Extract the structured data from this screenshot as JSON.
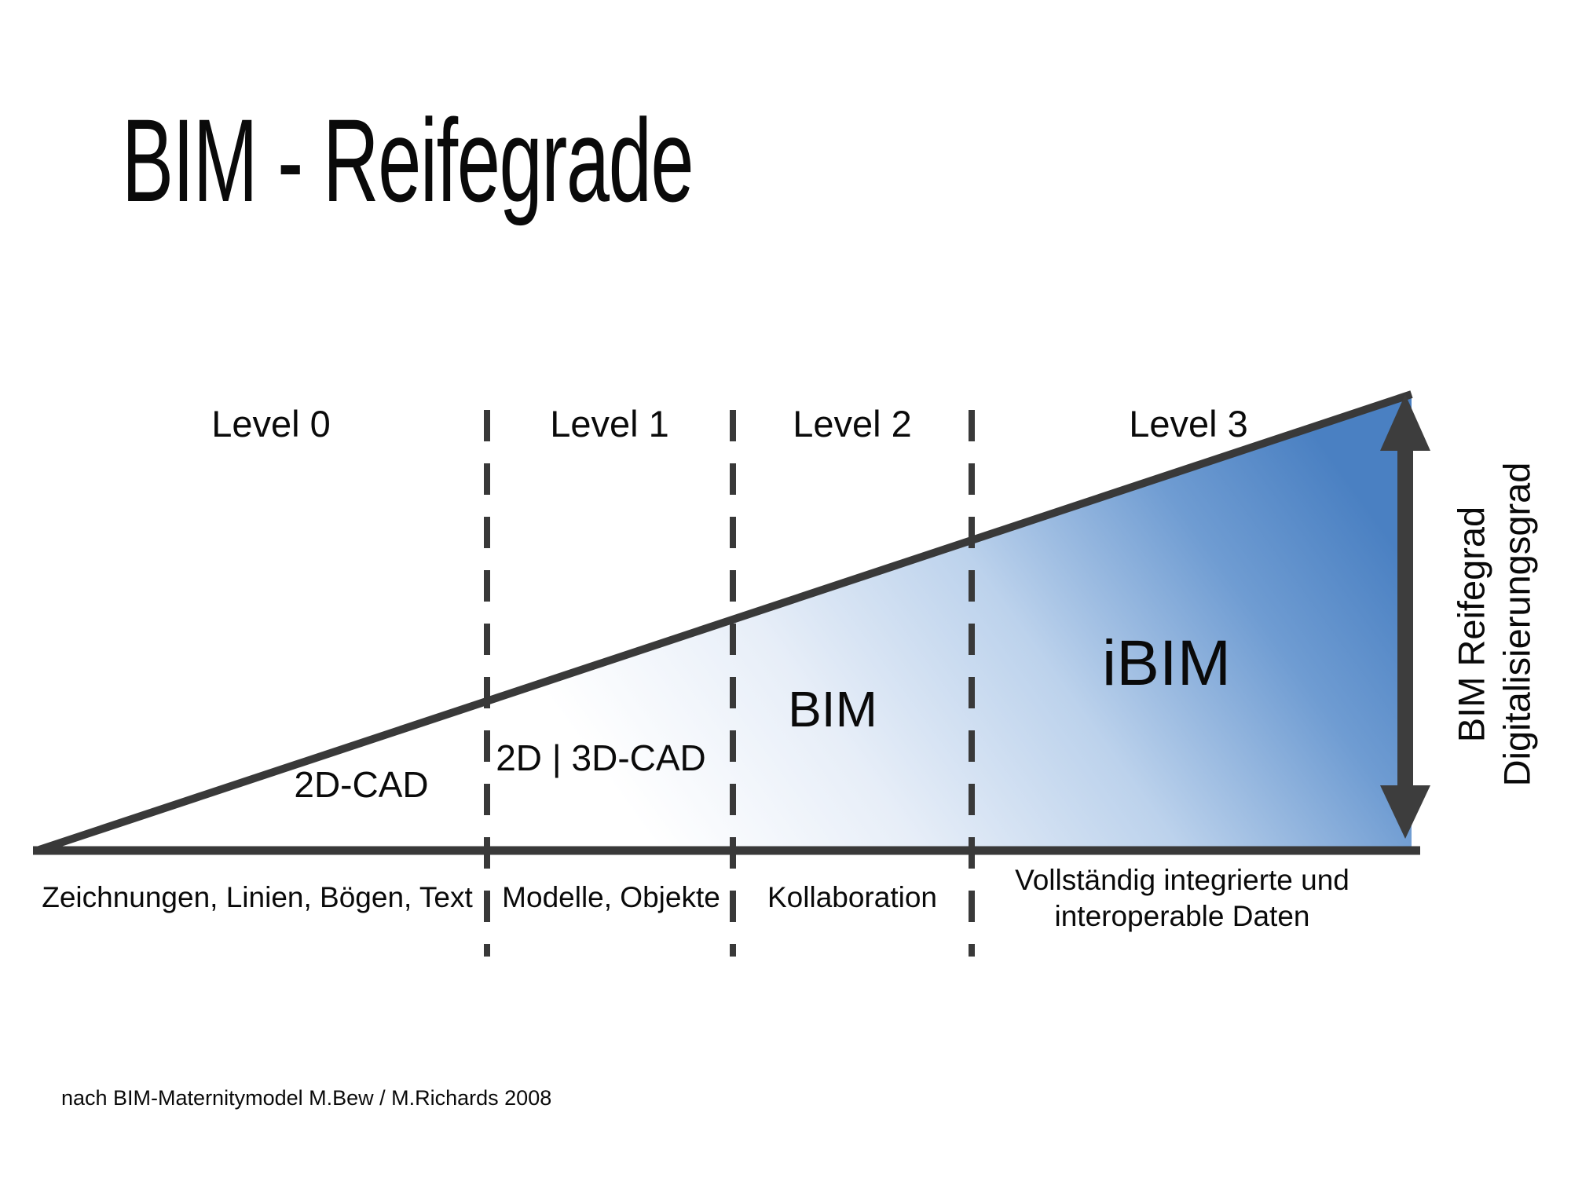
{
  "slide": {
    "title": "BIM - Reifegrade",
    "footer": "nach BIM-Maternitymodel M.Bew / M.Richards 2008"
  },
  "diagram": {
    "type": "maturity-ramp",
    "levels": [
      {
        "label": "Level 0",
        "zone": "2D-CAD",
        "desc1": "Zeichnungen, Linien, Bögen, Text"
      },
      {
        "label": "Level 1",
        "zone": "2D | 3D-CAD",
        "desc1": "Modelle, Objekte"
      },
      {
        "label": "Level 2",
        "zone": "BIM",
        "desc1": "Kollaboration"
      },
      {
        "label": "Level 3",
        "zone": "iBIM",
        "desc1": "Vollständig integrierte und",
        "desc2": "interoperable Daten"
      }
    ],
    "axis": {
      "line1": "BIM Reifegrad",
      "line2": "Digitalisierungsgrad"
    }
  },
  "colors": {
    "white": "#ffffff",
    "tint": "#e7eef8",
    "light_blue": "#bcd2ec",
    "mid_blue": "#6f9cd2",
    "blue": "#4a80c2",
    "line": "#393939",
    "arrow": "#3d3d3d"
  }
}
